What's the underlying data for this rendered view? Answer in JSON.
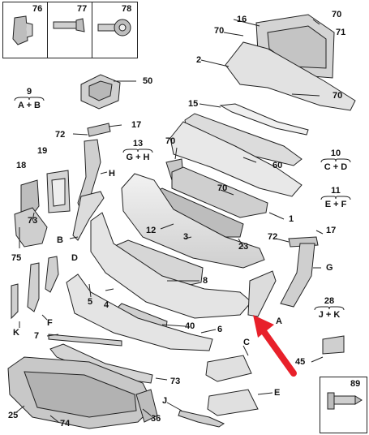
{
  "corner_boxes": {
    "b76": "76",
    "b77": "77",
    "b78": "78",
    "b89": "89"
  },
  "labels": {
    "l16": "16",
    "l70a": "70",
    "l70b": "70",
    "l71": "71",
    "l2": "2",
    "l70c": "70",
    "l50": "50",
    "l15": "15",
    "l72a": "72",
    "l17a": "17",
    "l19": "19",
    "l18": "18",
    "lH": "H",
    "l70d": "70",
    "l60": "60",
    "l70e": "70",
    "l73a": "73",
    "l1": "1",
    "l12": "12",
    "lB": "B",
    "l3": "3",
    "l23": "23",
    "l72b": "72",
    "l17b": "17",
    "l75": "75",
    "lD": "D",
    "lG": "G",
    "l8": "8",
    "l5": "5",
    "l4": "4",
    "lK": "K",
    "lF": "F",
    "lA": "A",
    "l40": "40",
    "l7": "7",
    "l6": "6",
    "lC": "C",
    "l45": "45",
    "l73b": "73",
    "lE": "E",
    "lJ": "J",
    "l25": "25",
    "l74": "74",
    "l36": "36"
  },
  "groups": {
    "g9": {
      "num": "9",
      "sub": "A + B"
    },
    "g13": {
      "num": "13",
      "sub": "G + H"
    },
    "g10": {
      "num": "10",
      "sub": "C + D"
    },
    "g11": {
      "num": "11",
      "sub": "E + F"
    },
    "g28": {
      "num": "28",
      "sub": "J + K"
    }
  },
  "colors": {
    "line": "#222222",
    "part_fill": "#e6e6e6",
    "part_dark": "#bdbdbd",
    "arrow": "#e8202a"
  }
}
